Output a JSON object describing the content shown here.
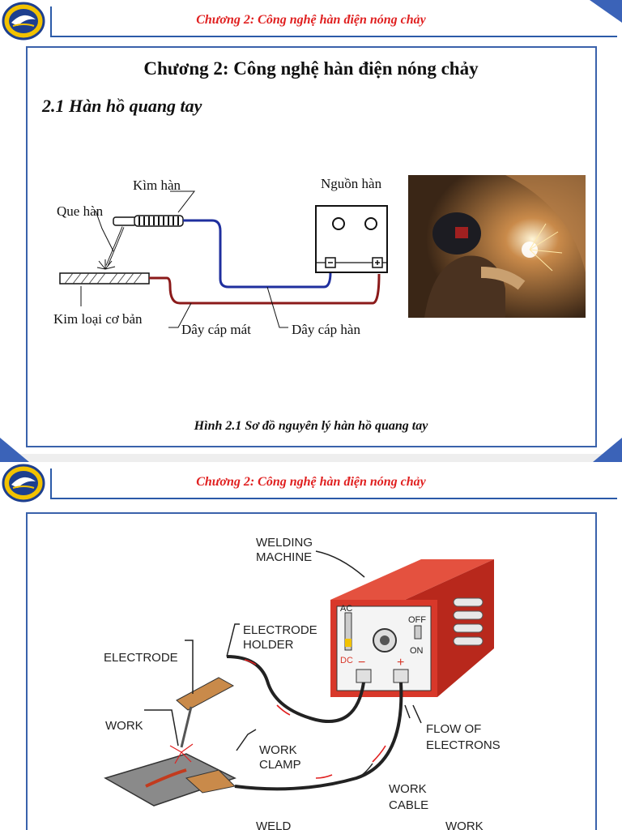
{
  "header": {
    "title": "Chương 2: Công nghệ hàn điện nóng chảy"
  },
  "slide1": {
    "title": "Chương 2: Công nghệ hàn điện nóng chảy",
    "section": "2.1 Hàn hồ quang tay",
    "diagram": {
      "kim_han": "Kìm hàn",
      "que_han": "Que hàn",
      "nguon_han": "Nguồn hàn",
      "kim_loai_co_ban": "Kim loại cơ bản",
      "day_cap_mat": "Dây cáp mát",
      "day_cap_han": "Dây cáp hàn"
    },
    "caption": "Hình 2.1 Sơ đồ nguyên lý hàn hồ quang tay"
  },
  "slide2": {
    "header_title": "Chương 2: Công nghệ hàn điện nóng chảy",
    "illustration": {
      "welding_machine_1": "WELDING",
      "welding_machine_2": "MACHINE",
      "electrode_holder_1": "ELECTRODE",
      "electrode_holder_2": "HOLDER",
      "electrode": "ELECTRODE",
      "work": "WORK",
      "work_clamp_1": "WORK",
      "work_clamp_2": "CLAMP",
      "flow_1": "FLOW OF",
      "flow_2": "ELECTRONS",
      "work_cable_1": "WORK",
      "work_cable_2": "CABLE",
      "weld": "WELD",
      "work_bottom": "WORK",
      "ac": "AC",
      "dc": "DC",
      "off": "OFF",
      "on": "ON",
      "minus": "−",
      "plus": "+"
    }
  },
  "colors": {
    "accent": "#3a62ab",
    "header_red": "#e02020",
    "machine_red": "#d8382a",
    "cable_blue": "#1f2f9e",
    "cable_red": "#8b1a1a"
  }
}
